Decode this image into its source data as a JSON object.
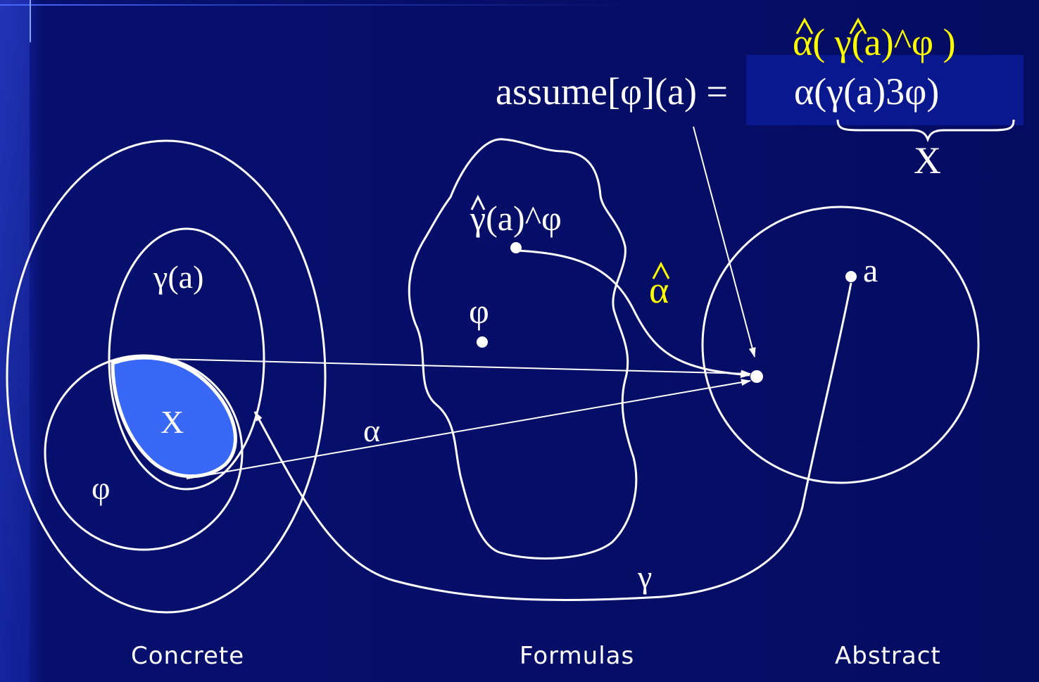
{
  "formula": {
    "top_yellow": "α( γ(a)^φ )",
    "lhs": "assume[φ](a) =",
    "rhs": "α(γ(a)3φ)",
    "brace_label": "X"
  },
  "labels": {
    "gamma_a": "γ(a)",
    "x_region": "X",
    "phi_set": "φ",
    "alpha_arrow": "α",
    "gamma_hat_formula": "γ(a)^φ",
    "phi_formula": "φ",
    "alpha_hat": "α",
    "abstract_point": "a",
    "gamma_arrow": "γ"
  },
  "sections": {
    "concrete": "Concrete",
    "formulas": "Formulas",
    "abstract": "Abstract"
  },
  "colors": {
    "background": "#040c62",
    "stroke": "#ffffff",
    "highlight": "#ffff00",
    "x_fill": "#3a68f6"
  }
}
